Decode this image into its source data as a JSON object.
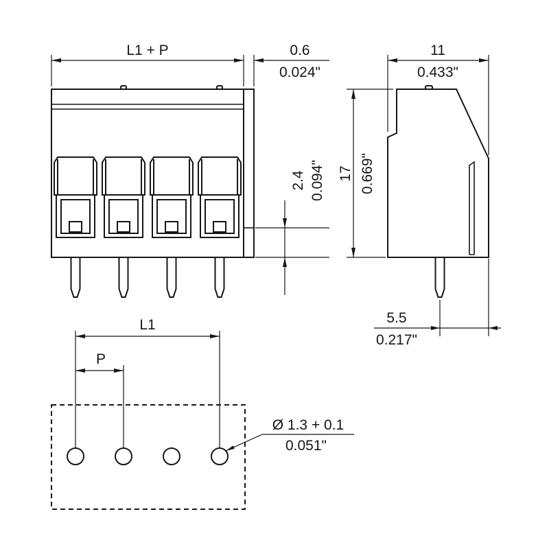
{
  "drawing": {
    "front_view": {
      "dim_total_width": "L1 + P",
      "dim_cover_mm": "0.6",
      "dim_cover_in": "0.024\"",
      "dim_setback_mm": "2.4",
      "dim_setback_in": "0.094\""
    },
    "side_view": {
      "dim_depth_mm": "11",
      "dim_depth_in": "0.433\"",
      "dim_height_mm": "17",
      "dim_height_in": "0.669\"",
      "dim_pin_offset_mm": "5.5",
      "dim_pin_offset_in": "0.217\""
    },
    "footprint_view": {
      "dim_l1": "L1",
      "dim_p": "P",
      "hole_dia_mm": "Ø 1.3 + 0.1",
      "hole_dia_in": "0.051\""
    }
  }
}
